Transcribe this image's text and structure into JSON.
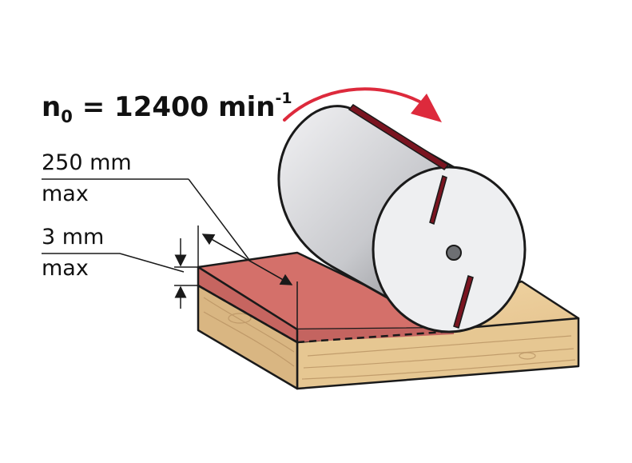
{
  "speed": {
    "symbol": "n",
    "subscript": "0",
    "equals": "=",
    "value": "12400",
    "unit": "min",
    "exponent": "-1"
  },
  "width_spec": {
    "value": "250 mm",
    "qualifier": "max"
  },
  "depth_spec": {
    "value": "3 mm",
    "qualifier": "max"
  },
  "colors": {
    "workpiece_top": "#d46f6a",
    "workpiece_cut_edge": "#c76460",
    "wood_front": "#e0c08e",
    "wood_side": "#e9cc98",
    "cutter_body": "#c9cacd",
    "cutter_face": "#eeeff1",
    "knife": "#7a1420",
    "rotation_arrow": "#dd2a3c",
    "outline": "#1a1a1a"
  },
  "icons": {
    "rotation": "curved-arrow-icon",
    "dimension": "dimension-arrow-icon"
  }
}
